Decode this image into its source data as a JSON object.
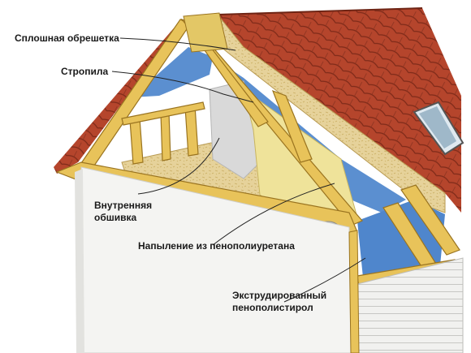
{
  "labels": {
    "solid_sheathing": "Сплошная обрешетка",
    "rafters": "Стропила",
    "inner_lining_line1": "Внутренняя",
    "inner_lining_line2": "обшивка",
    "pu_foam_spray": "Напыление из пенополиуретана",
    "xps_line1": "Экструдированный",
    "xps_line2": "пенополистирол"
  },
  "colors": {
    "roof_tile": "#b5452c",
    "tile_line": "#7d2a19",
    "timber": "#e8c35a",
    "timber_edge": "#9a7420",
    "osb": "#e6d29a",
    "insulation_blue": "#5b8fd0",
    "inner_lining": "#d9d9d9",
    "wall": "#f4f4f2",
    "leader_line": "#222222"
  }
}
